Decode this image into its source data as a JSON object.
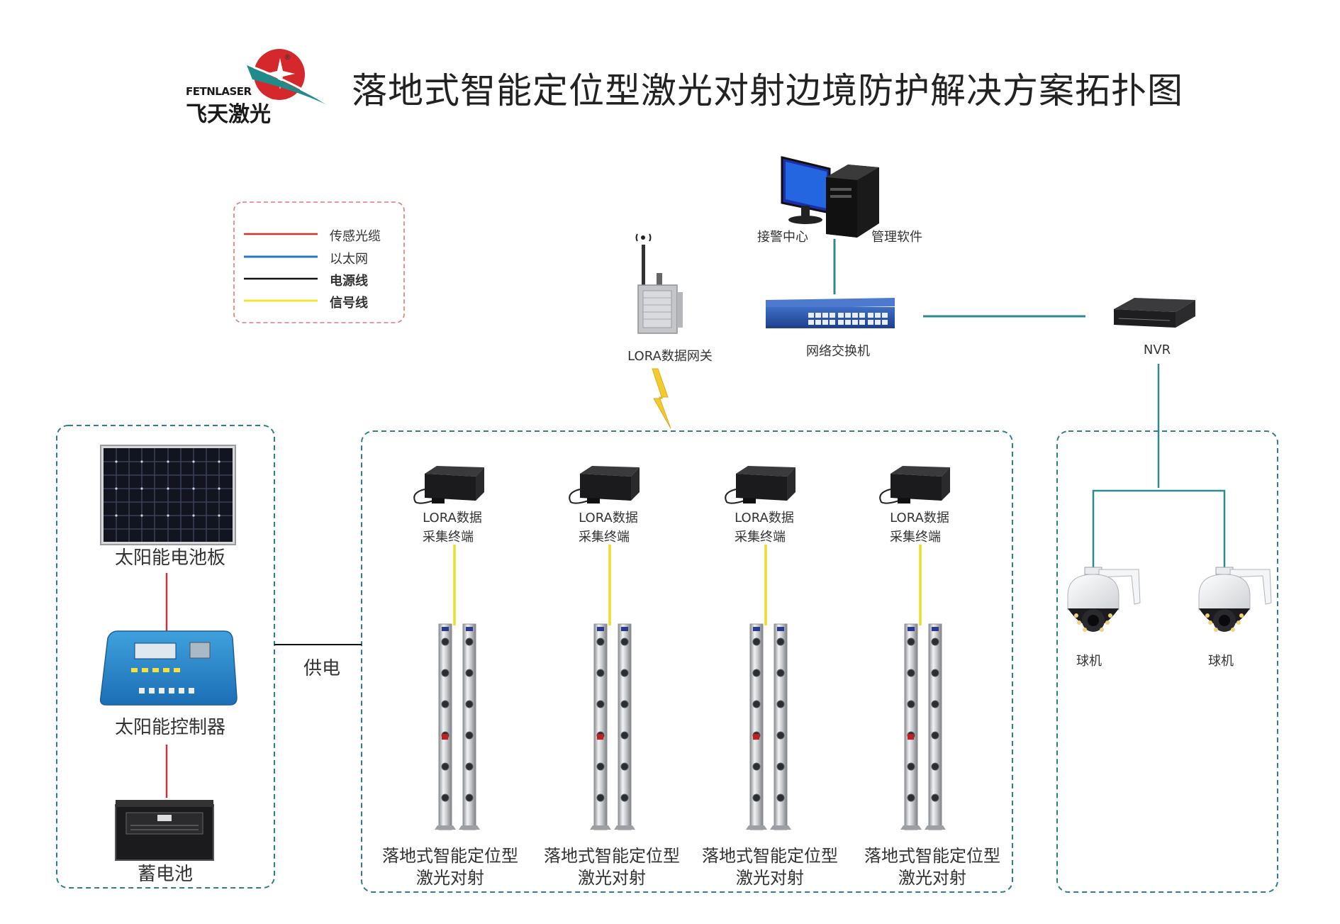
{
  "header": {
    "logo_en": "FETNLASER",
    "logo_cn": "飞天激光",
    "logo_reg": "®",
    "title": "落地式智能定位型激光对射边境防护解决方案拓扑图"
  },
  "legend": {
    "items": [
      {
        "label": "传感光缆",
        "color": "#d9322e"
      },
      {
        "label": "以太网",
        "color": "#2a78c2"
      },
      {
        "label": "电源线",
        "color": "#111111"
      },
      {
        "label": "信号线",
        "color": "#f2e43a"
      }
    ]
  },
  "control_center": {
    "label_left": "接警中心",
    "label_right": "管理软件"
  },
  "devices": {
    "gateway": "LORA数据网关",
    "switch": "网络交换机",
    "nvr": "NVR",
    "power_label": "供电"
  },
  "power_group": {
    "solar_panel": "太阳能电池板",
    "controller": "太阳能控制器",
    "battery": "蓄电池"
  },
  "terminals": [
    {
      "line1": "LORA数据",
      "line2": "采集终端",
      "post_line1": "落地式智能定位型",
      "post_line2": "激光对射"
    },
    {
      "line1": "LORA数据",
      "line2": "采集终端",
      "post_line1": "落地式智能定位型",
      "post_line2": "激光对射"
    },
    {
      "line1": "LORA数据",
      "line2": "采集终端",
      "post_line1": "落地式智能定位型",
      "post_line2": "激光对射"
    },
    {
      "line1": "LORA数据",
      "line2": "采集终端",
      "post_line1": "落地式智能定位型",
      "post_line2": "激光对射"
    }
  ],
  "cameras": [
    {
      "label": "球机"
    },
    {
      "label": "球机"
    }
  ],
  "colors": {
    "teal_line": "#2f8a8f",
    "group_border": "#2f7f86",
    "legend_border": "#e07a78",
    "red_line": "#c8303a",
    "yellow_line": "#e8df2a",
    "brand_red": "#d5282d",
    "brand_teal": "#1f8c8a"
  }
}
